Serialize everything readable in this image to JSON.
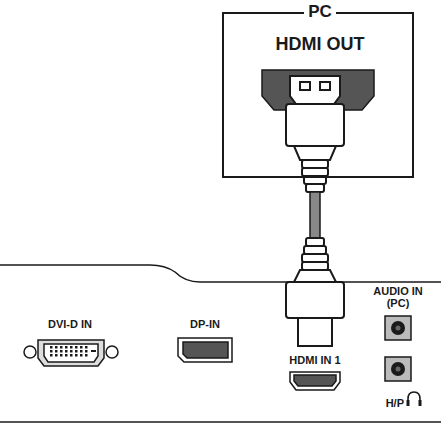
{
  "diagram": {
    "nodes": [
      {
        "text": [
          "PC",
          "HDMI OUT"
        ]
      }
    ],
    "labels": [
      "DVI-D IN",
      "DP-IN",
      "HDMI IN 1",
      "AUDIO IN (PC)",
      "H/P"
    ]
  }
}
